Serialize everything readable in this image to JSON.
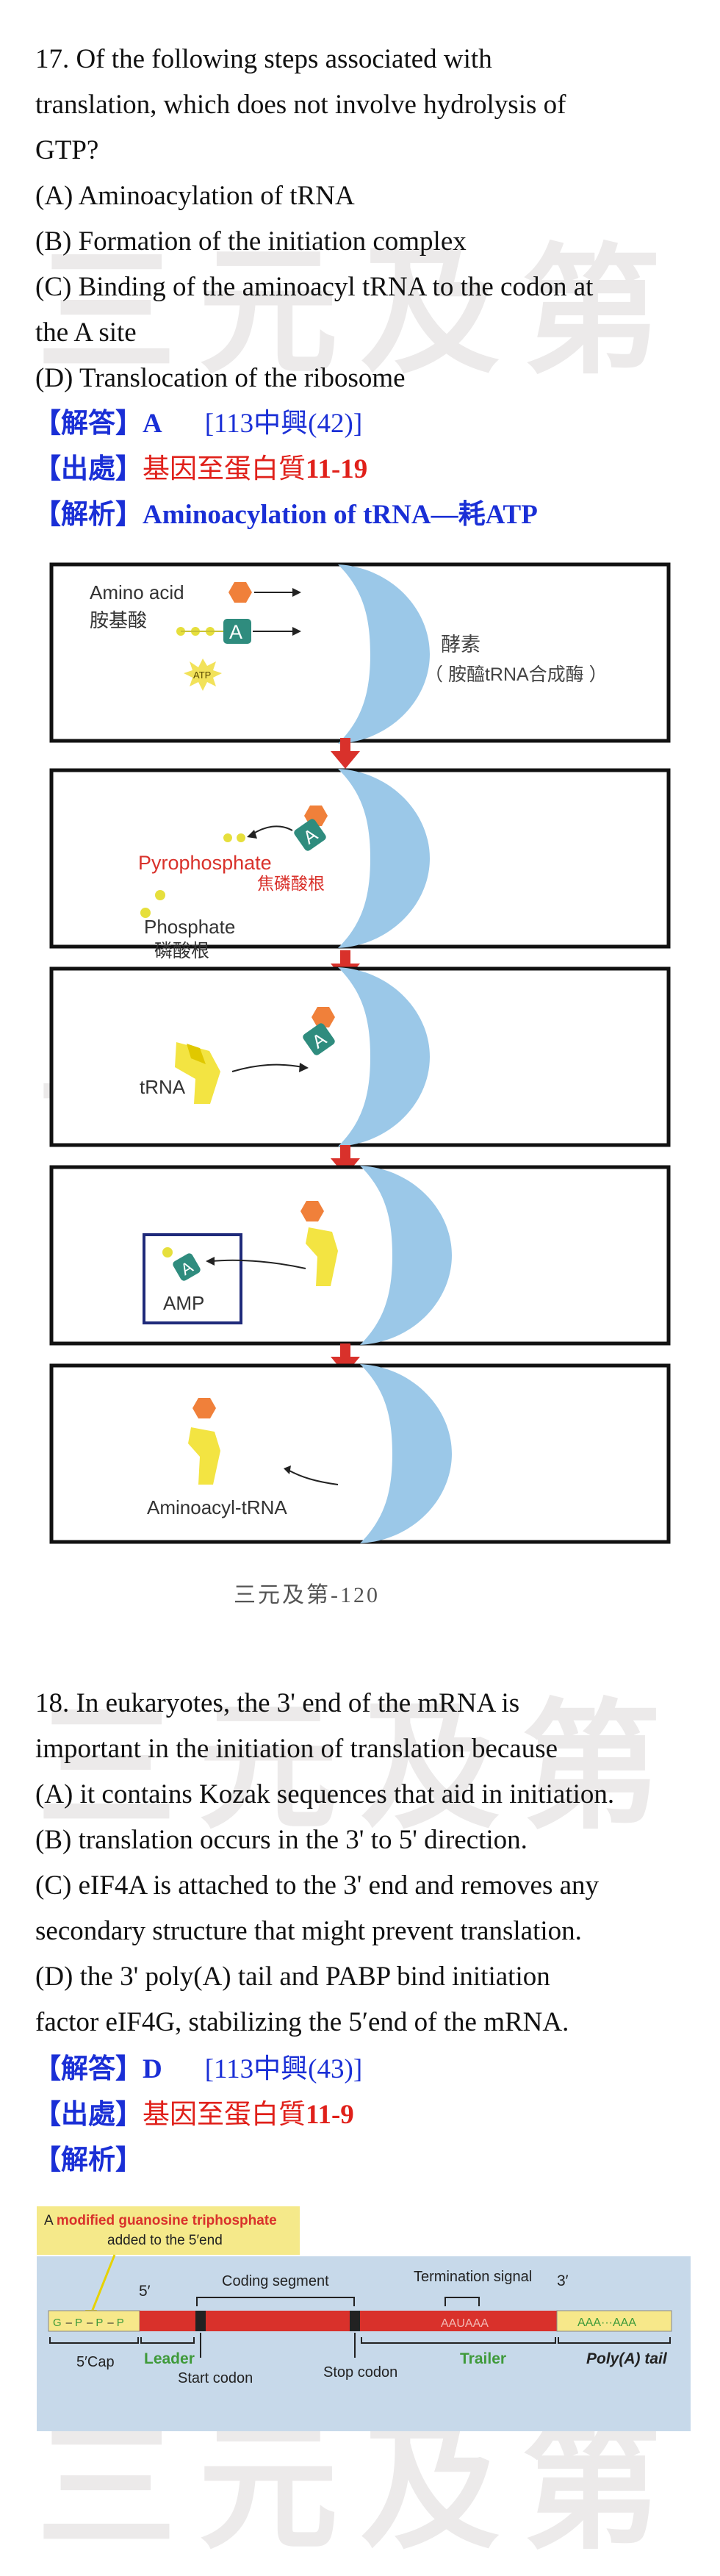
{
  "watermark": {
    "text": "三元及第"
  },
  "q17": {
    "lines": [
      "17. Of the following steps associated with",
      "translation, which does not involve hydrolysis of",
      "GTP?",
      "(A) Aminoacylation of tRNA",
      "(B) Formation of the initiation complex",
      "(C) Binding of the aminoacyl tRNA to the codon at",
      "the A site",
      "(D) Translocation of the ribosome"
    ],
    "answer_tag": "【解答】",
    "answer": "A",
    "answer_ref": "[113中興(42)]",
    "source_tag": "【出處】",
    "source_text": "基因至蛋白質",
    "source_num": "11-19",
    "analysis_tag": "【解析】",
    "analysis_text": "Aminoacylation of tRNA—耗ATP"
  },
  "figure1": {
    "amino_acid_en": "Amino acid",
    "amino_acid_zh": "胺基酸",
    "atp": "ATP",
    "a_letter": "A",
    "enzyme_zh": "酵素",
    "enzyme_paren": "（ 胺醯tRNA合成酶 ）",
    "pyrophosphate_en": "Pyrophosphate",
    "pyrophosphate_zh": "焦磷酸根",
    "phosphate_en": "Phosphate",
    "phosphate_zh": "磷酸根",
    "trna": "tRNA",
    "amp": "AMP",
    "aminoacyl_trna": "Aminoacyl-tRNA"
  },
  "footer": "三元及第-120",
  "q18": {
    "lines": [
      "18. In eukaryotes, the 3' end of the mRNA is",
      "important in the initiation of translation because",
      "(A) it contains Kozak sequences that aid in initiation.",
      "(B) translation occurs in the 3' to 5' direction.",
      "(C) eIF4A is attached to the 3' end and removes any",
      "secondary structure that might prevent translation.",
      "(D) the 3' poly(A) tail and PABP bind initiation",
      "factor eIF4G, stabilizing the 5′end of the mRNA."
    ],
    "answer_tag": "【解答】",
    "answer": "D",
    "answer_ref": "[113中興(43)]",
    "source_tag": "【出處】",
    "source_text": "基因至蛋白質",
    "source_num": "11-9",
    "analysis_tag": "【解析】"
  },
  "figure2": {
    "callout_line1_pre": "A ",
    "callout_line1_bold": "modified guanosine triphosphate",
    "callout_line2": "added to the 5′end",
    "five_prime": "5′",
    "three_prime": "3′",
    "coding_segment": "Coding segment",
    "termination_signal": "Termination signal",
    "aauaaa": "AAUAAA",
    "polya_seq": "AAA···AAA",
    "cap_seq": [
      "G",
      "P",
      "P",
      "P"
    ],
    "cap_label": "5′Cap",
    "leader": "Leader",
    "start_codon": "Start codon",
    "stop_codon": "Stop codon",
    "trailer": "Trailer",
    "polya_tail": "Poly(A) tail",
    "colors": {
      "rna": "#d9312b",
      "band": "#c7d9ea",
      "callout": "#f5e98a",
      "yellowseg": "#f7e88a",
      "green": "#3f9a3a",
      "enzyme": "#9bc8e8",
      "orange": "#f0803a",
      "tealA": "#2f8c7e"
    }
  }
}
